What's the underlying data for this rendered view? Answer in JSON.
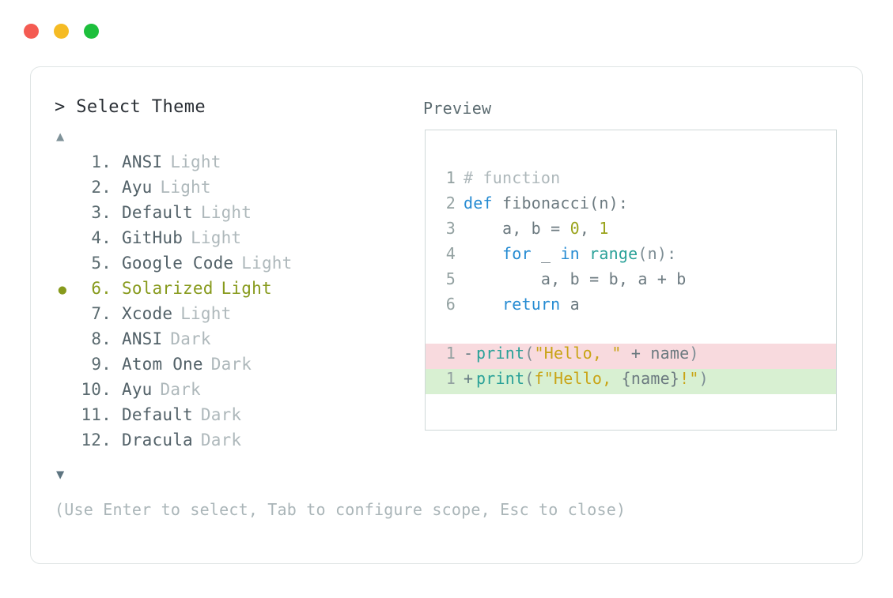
{
  "titlebar": {
    "buttons": [
      {
        "name": "close-button",
        "color": "#f45b52"
      },
      {
        "name": "minimize-button",
        "color": "#f5bb24"
      },
      {
        "name": "maximize-button",
        "color": "#1dbf3c"
      }
    ]
  },
  "left_panel": {
    "header": "> Select Theme",
    "scroll_up_icon": "▲",
    "scroll_down_icon": "▼",
    "selected_index": 6,
    "selected_bullet": "●",
    "items": [
      {
        "number": "1.",
        "name": "ANSI",
        "variant": "Light",
        "selected": false
      },
      {
        "number": "2.",
        "name": "Ayu",
        "variant": "Light",
        "selected": false
      },
      {
        "number": "3.",
        "name": "Default",
        "variant": "Light",
        "selected": false
      },
      {
        "number": "4.",
        "name": "GitHub",
        "variant": "Light",
        "selected": false
      },
      {
        "number": "5.",
        "name": "Google Code",
        "variant": "Light",
        "selected": false
      },
      {
        "number": "6.",
        "name": "Solarized",
        "variant": "Light",
        "selected": true
      },
      {
        "number": "7.",
        "name": "Xcode",
        "variant": "Light",
        "selected": false
      },
      {
        "number": "8.",
        "name": "ANSI",
        "variant": "Dark",
        "selected": false
      },
      {
        "number": "9.",
        "name": "Atom One",
        "variant": "Dark",
        "selected": false
      },
      {
        "number": "10.",
        "name": "Ayu",
        "variant": "Dark",
        "selected": false
      },
      {
        "number": "11.",
        "name": "Default",
        "variant": "Dark",
        "selected": false
      },
      {
        "number": "12.",
        "name": "Dracula",
        "variant": "Dark",
        "selected": false
      }
    ]
  },
  "right_panel": {
    "header": "Preview",
    "code_lines": [
      {
        "lineno": "1",
        "tokens": [
          {
            "t": "# function",
            "c": "comment"
          }
        ]
      },
      {
        "lineno": "2",
        "tokens": [
          {
            "t": "def",
            "c": "keyword"
          },
          {
            "t": " fibonacci(n):",
            "c": "plain"
          }
        ]
      },
      {
        "lineno": "3",
        "tokens": [
          {
            "t": "    a, b = ",
            "c": "plain"
          },
          {
            "t": "0",
            "c": "number"
          },
          {
            "t": ", ",
            "c": "plain"
          },
          {
            "t": "1",
            "c": "number"
          }
        ]
      },
      {
        "lineno": "4",
        "tokens": [
          {
            "t": "    ",
            "c": "plain"
          },
          {
            "t": "for",
            "c": "keyword"
          },
          {
            "t": " _ ",
            "c": "plain"
          },
          {
            "t": "in",
            "c": "keyword"
          },
          {
            "t": " ",
            "c": "plain"
          },
          {
            "t": "range",
            "c": "builtin"
          },
          {
            "t": "(n):",
            "c": "punct"
          }
        ]
      },
      {
        "lineno": "5",
        "tokens": [
          {
            "t": "        a, b = b, a + b",
            "c": "plain"
          }
        ]
      },
      {
        "lineno": "6",
        "tokens": [
          {
            "t": "    ",
            "c": "plain"
          },
          {
            "t": "return",
            "c": "keyword"
          },
          {
            "t": " a",
            "c": "plain"
          }
        ]
      }
    ],
    "diff_lines": [
      {
        "lineno": "1",
        "sign": "-",
        "kind": "removed",
        "tokens": [
          {
            "t": "print",
            "c": "builtin"
          },
          {
            "t": "(",
            "c": "punct"
          },
          {
            "t": "\"Hello, \"",
            "c": "string"
          },
          {
            "t": " + name",
            "c": "plain"
          },
          {
            "t": ")",
            "c": "punct"
          }
        ]
      },
      {
        "lineno": "1",
        "sign": "+",
        "kind": "added",
        "tokens": [
          {
            "t": "print",
            "c": "builtin"
          },
          {
            "t": "(",
            "c": "punct"
          },
          {
            "t": "f\"Hello, ",
            "c": "string"
          },
          {
            "t": "{name}",
            "c": "plain"
          },
          {
            "t": "!\"",
            "c": "string"
          },
          {
            "t": ")",
            "c": "punct"
          }
        ]
      }
    ]
  },
  "footer": {
    "hint": "(Use Enter to select, Tab to configure scope, Esc to close)"
  }
}
